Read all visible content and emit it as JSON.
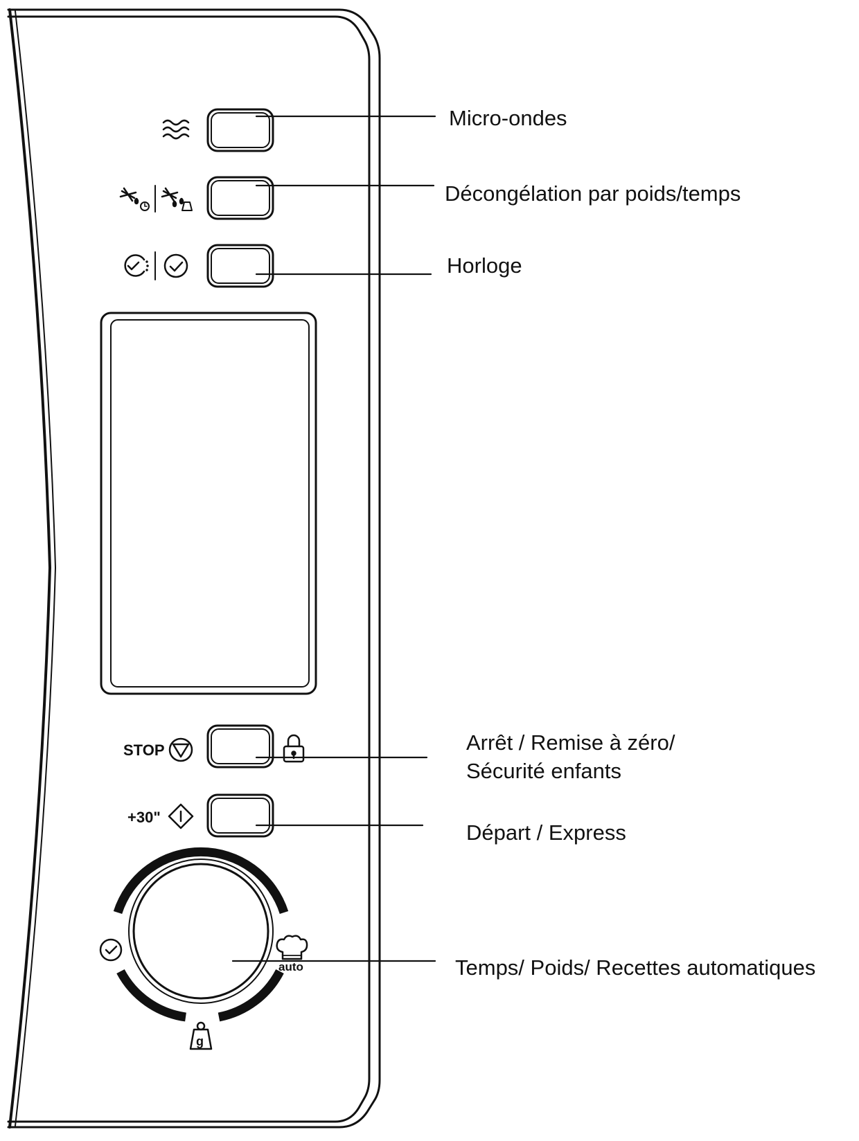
{
  "labels": {
    "microwave": "Micro-ondes",
    "defrost": "Décongélation par poids/temps",
    "clock": "Horloge",
    "stop_line1": "Arrêt / Remise à zéro/",
    "stop_line2": "Sécurité enfants",
    "start": "Départ / Express",
    "dial": "Temps/ Poids/ Recettes automatiques"
  },
  "panel_text": {
    "stop": "STOP",
    "plus30": "+30\"",
    "auto": "auto",
    "weight_unit": "g"
  },
  "icons": {
    "microwave": "microwave-waves-icon",
    "defrost_time": "defrost-time-icon",
    "defrost_weight": "defrost-weight-icon",
    "timer": "timer-icon",
    "clock": "clock-icon",
    "stop": "stop-triangle-icon",
    "lock": "padlock-icon",
    "start": "start-diamond-icon",
    "dial_time": "clock-icon",
    "dial_auto": "chef-hat-icon",
    "dial_weight": "weight-icon"
  }
}
